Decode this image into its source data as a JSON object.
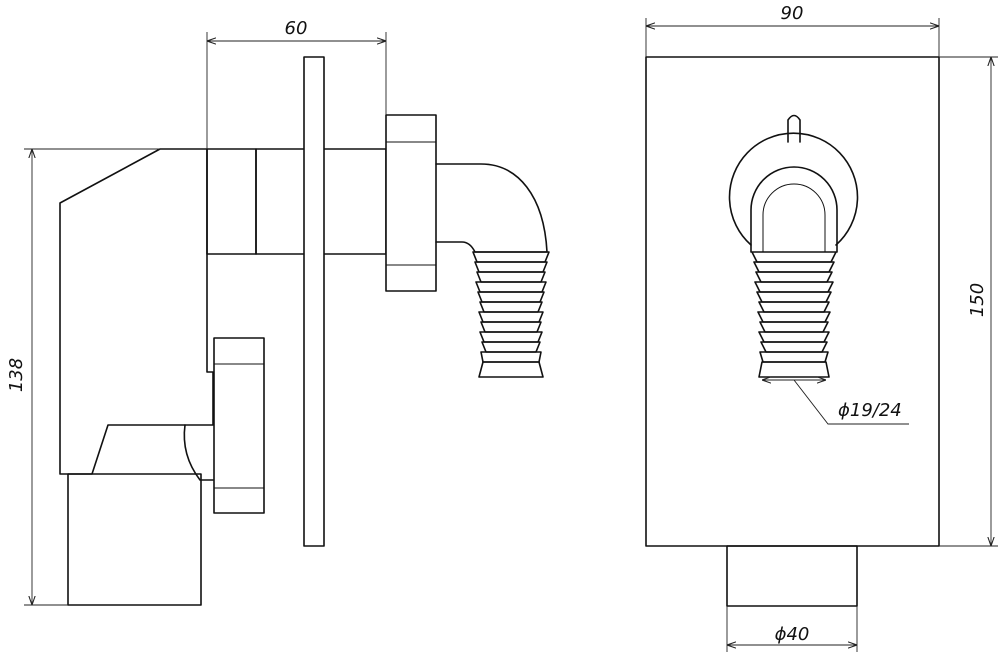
{
  "dimensions": {
    "side_depth": "60",
    "side_height": "138",
    "front_width": "90",
    "front_height": "150",
    "hose_diameter": "ϕ19/24",
    "outlet_diameter": "ϕ40"
  }
}
